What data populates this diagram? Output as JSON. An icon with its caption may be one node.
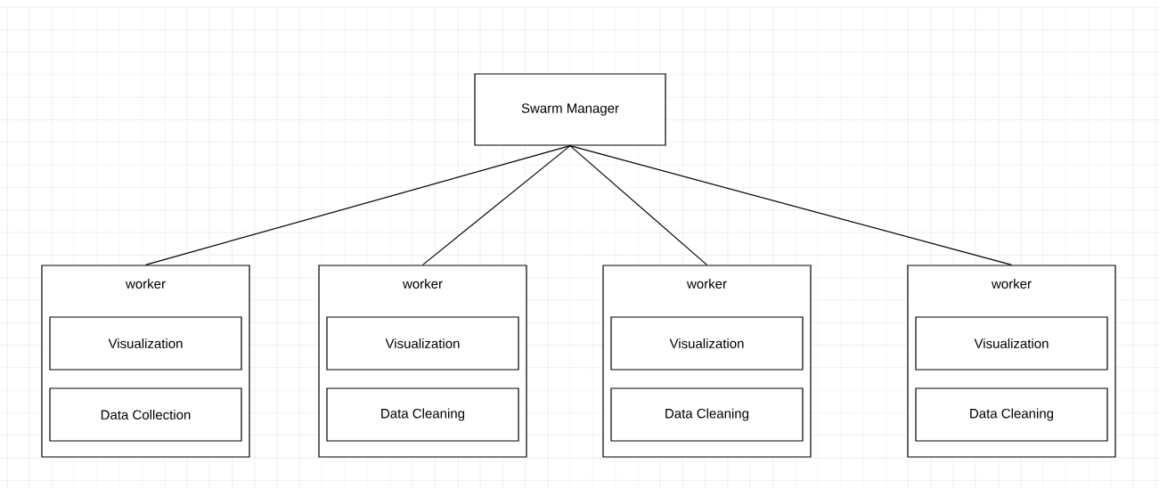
{
  "diagram": {
    "nodes": [
      {
        "text": [
          "Swarm Manager"
        ]
      },
      {
        "text": [
          "worker"
        ]
      },
      {
        "text": [
          "Visualization"
        ],
        "in": 1
      },
      {
        "text": [
          "Data Collection"
        ],
        "in": 1
      },
      {
        "text": [
          "worker"
        ]
      },
      {
        "text": [
          "Visualization"
        ],
        "in": 4
      },
      {
        "text": [
          "Data Cleaning"
        ],
        "in": 4
      },
      {
        "text": [
          "worker"
        ]
      },
      {
        "text": [
          "Visualization"
        ],
        "in": 7
      },
      {
        "text": [
          "Data Cleaning"
        ],
        "in": 7
      },
      {
        "text": [
          "worker"
        ]
      },
      {
        "text": [
          "Visualization"
        ],
        "in": 10
      },
      {
        "text": [
          "Data Cleaning"
        ],
        "in": 10
      }
    ],
    "edges": [
      {
        "from": 0,
        "to": 1,
        "arrow": "none"
      },
      {
        "from": 0,
        "to": 4,
        "arrow": "none"
      },
      {
        "from": 0,
        "to": 7,
        "arrow": "none"
      },
      {
        "from": 0,
        "to": 10,
        "arrow": "none"
      }
    ]
  }
}
